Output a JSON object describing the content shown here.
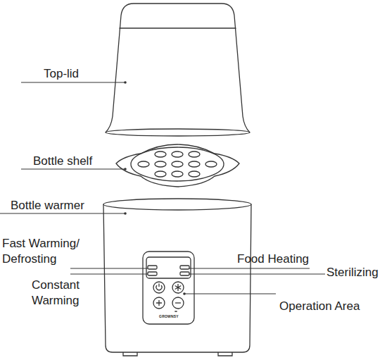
{
  "diagram": {
    "labels": [
      "Top-lid",
      "Bottle shelf",
      "Bottle warmer",
      "Fast Warming/ Defrosting",
      "Constant Warming",
      "Food Heating",
      "Sterilizing",
      "Operation Area",
      "GROWNSY"
    ]
  }
}
